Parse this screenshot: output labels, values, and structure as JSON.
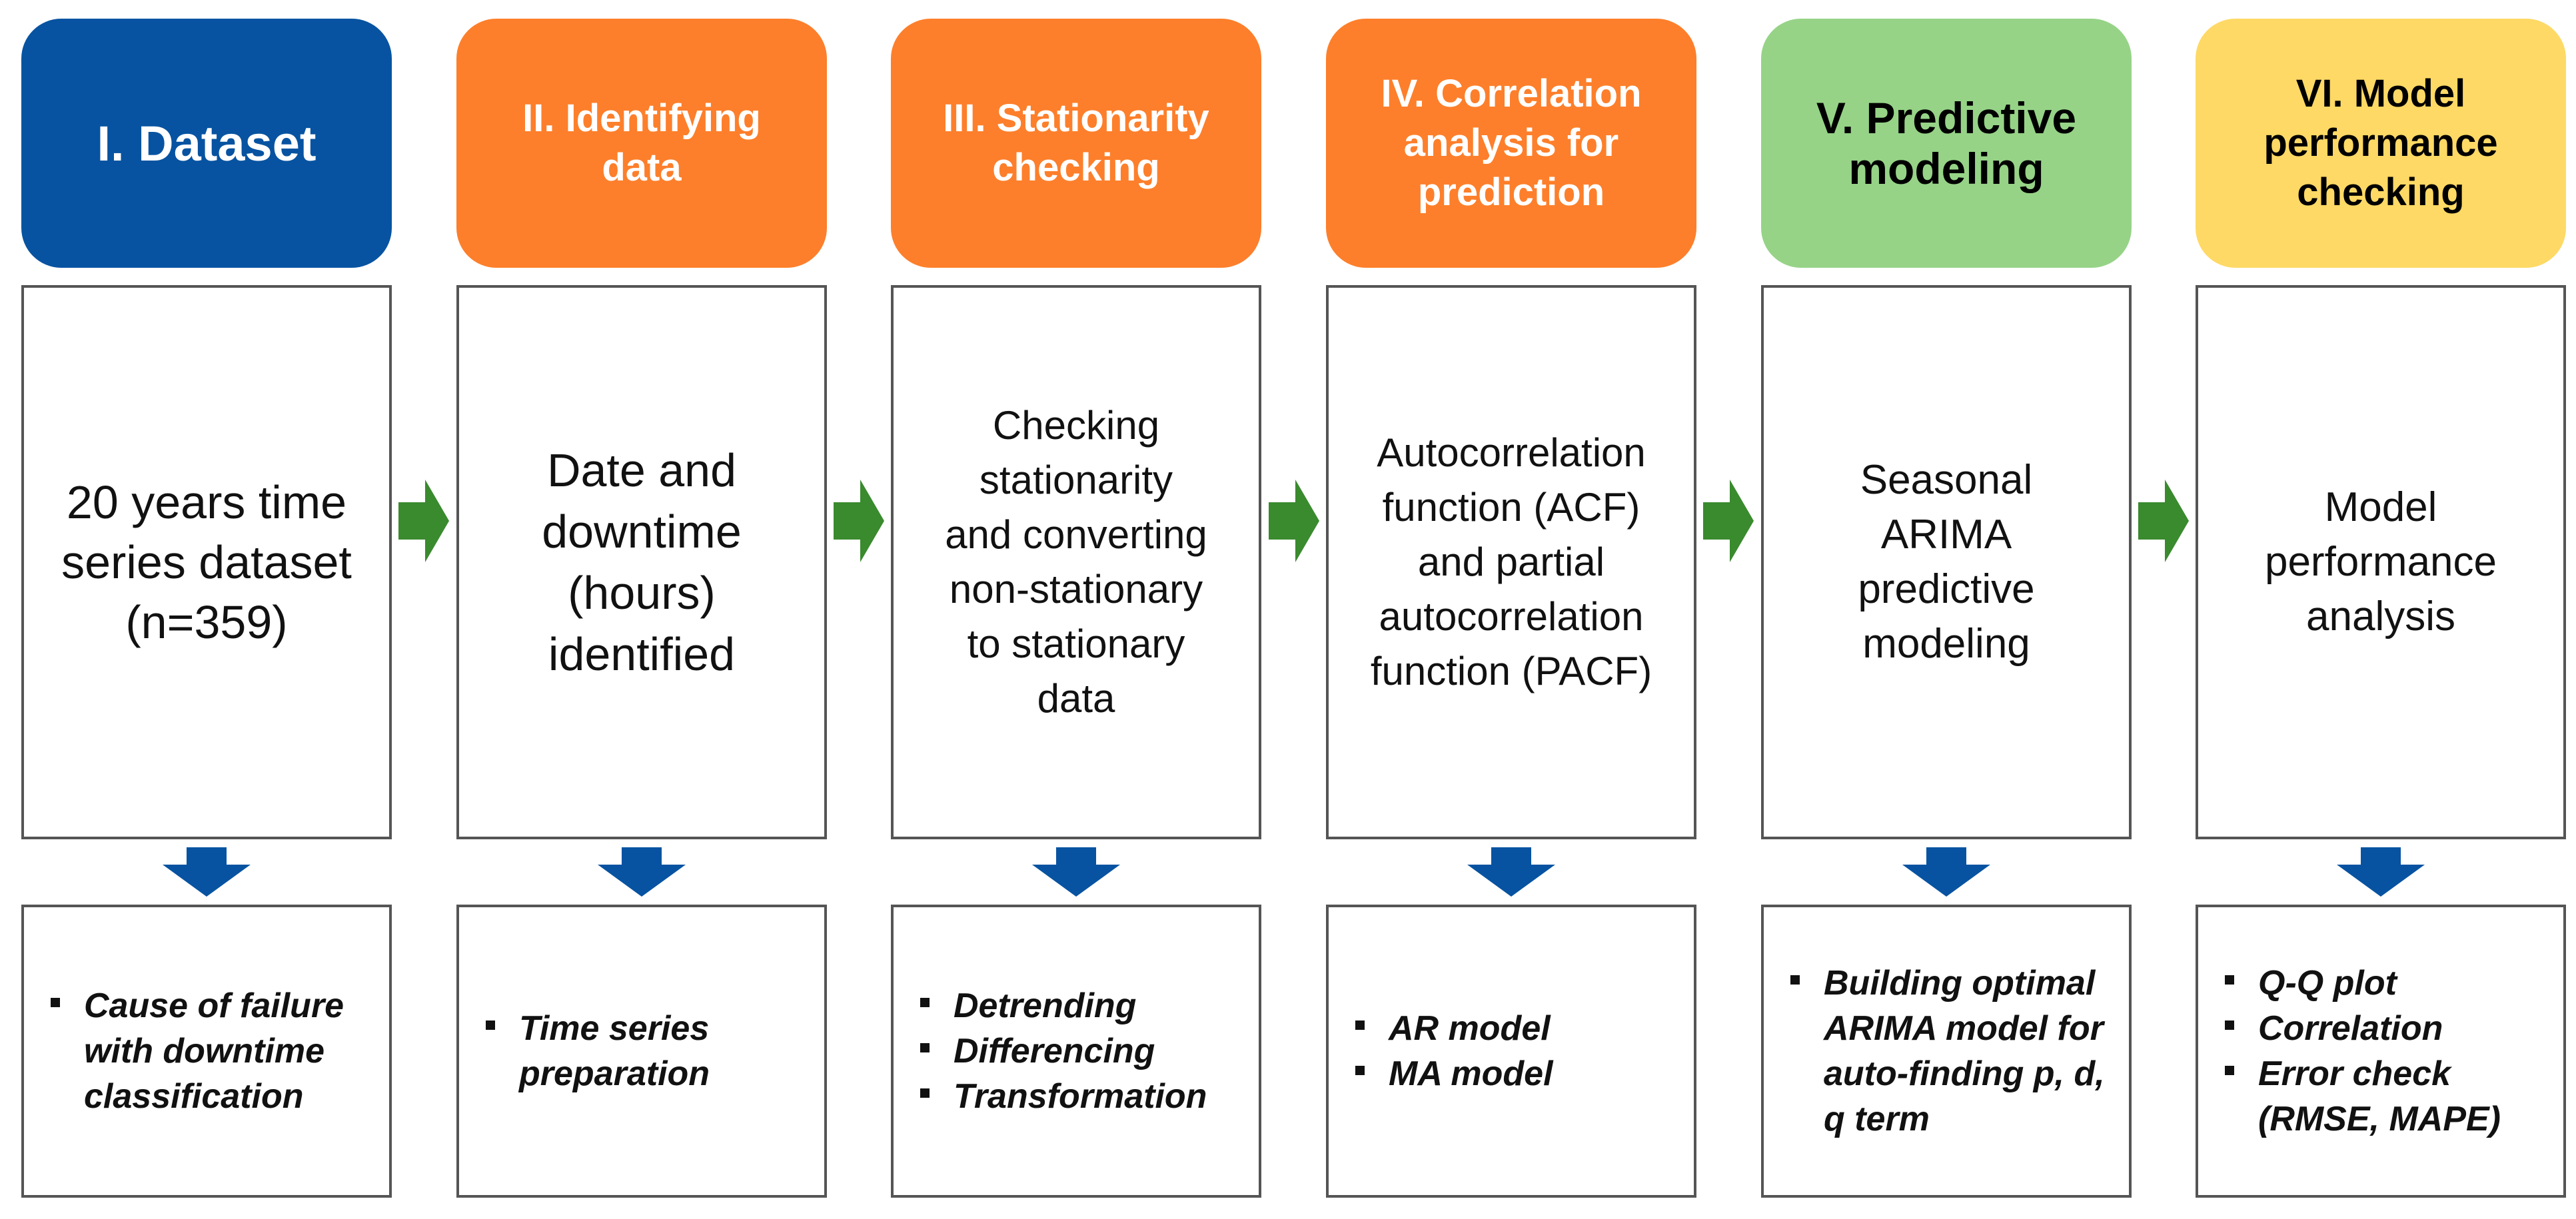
{
  "colors": {
    "blue": "#0753a1",
    "orange": "#fd7f2b",
    "green": "#96d387",
    "yellow": "#fed965",
    "arrow_green": "#3a8a2e",
    "arrow_blue": "#0753a1"
  },
  "stages": [
    {
      "header": [
        "I. Dataset"
      ],
      "body": [
        "20 years time",
        "series dataset",
        "(n=359)"
      ],
      "bullets": [
        "Cause of failure with downtime classification"
      ]
    },
    {
      "header": [
        "II. Identifying",
        "data"
      ],
      "body": [
        "Date and",
        "downtime",
        "(hours)",
        "identified"
      ],
      "bullets": [
        "Time series preparation"
      ]
    },
    {
      "header": [
        "III. Stationarity",
        "checking"
      ],
      "body": [
        "Checking",
        "stationarity",
        "and converting",
        "non-stationary",
        "to stationary",
        "data"
      ],
      "bullets": [
        "Detrending",
        "Differencing",
        "Transformation"
      ]
    },
    {
      "header": [
        "IV. Correlation",
        "analysis for",
        "prediction"
      ],
      "body": [
        "Autocorrelation",
        "function (ACF)",
        "and partial",
        "autocorrelation",
        "function (PACF)"
      ],
      "bullets": [
        "AR model",
        "MA model"
      ]
    },
    {
      "header": [
        "V. Predictive",
        "modeling"
      ],
      "body": [
        "Seasonal",
        "ARIMA",
        "predictive",
        "modeling"
      ],
      "bullets": [
        "Building optimal ARIMA model for auto-finding p, d, q term"
      ]
    },
    {
      "header": [
        "VI. Model",
        "performance",
        "checking"
      ],
      "body": [
        "Model",
        "performance",
        "analysis"
      ],
      "bullets": [
        "Q-Q plot",
        "Correlation",
        "Error check (RMSE, MAPE)"
      ]
    }
  ]
}
